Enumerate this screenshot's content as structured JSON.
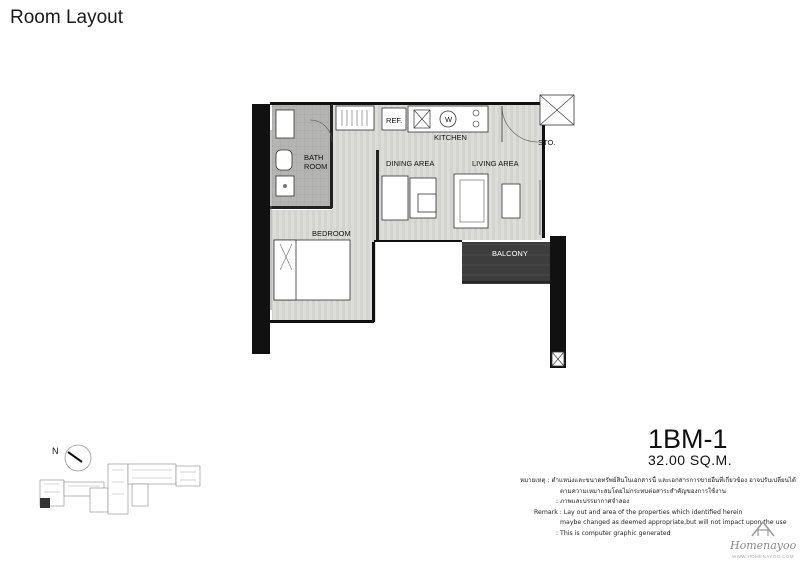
{
  "page": {
    "title": "Room Layout"
  },
  "unit": {
    "code": "1BM-1",
    "area": "32.00 SQ.M."
  },
  "rooms": {
    "bath_line1": "BATH",
    "bath_line2": "ROOM",
    "kitchen": "KITCHEN",
    "ref": "REF.",
    "washer": "W",
    "sto": "STO.",
    "dining": "DINING AREA",
    "living": "LIVING AREA",
    "bedroom": "BEDROOM",
    "balcony": "BALCONY"
  },
  "compass": {
    "north_label": "N"
  },
  "remarks": {
    "thai_label": "หมายเหตุ :",
    "thai_line1": "ตำแหน่งและขนาดทรัพย์สินในเอกสารนี้ และเอกสารการขายอื่นที่เกี่ยวข้อง อาจปรับเปลี่ยนได้",
    "thai_line2": "ตามความเหมาะสมโดยไม่กระทบต่อสาระสำคัญของการใช้งาน",
    "thai_line3": ": ภาพและบรรยากาศจำลอง",
    "en_label": "Remark :",
    "en_line1": "Lay out and area of the properties which identified herein",
    "en_line2": "maybe changed as deemed appropriate,but will not impact upon the use",
    "en_line3": ": This is computer graphic generated"
  },
  "watermark": {
    "brand": "Homenayoo",
    "site": "WWW.HOMENAYOO.COM"
  },
  "colors": {
    "wall": "#111111",
    "floor": "#d9d9d6",
    "tile": "#a9a9a9",
    "balcony": "#3a3a3a"
  }
}
